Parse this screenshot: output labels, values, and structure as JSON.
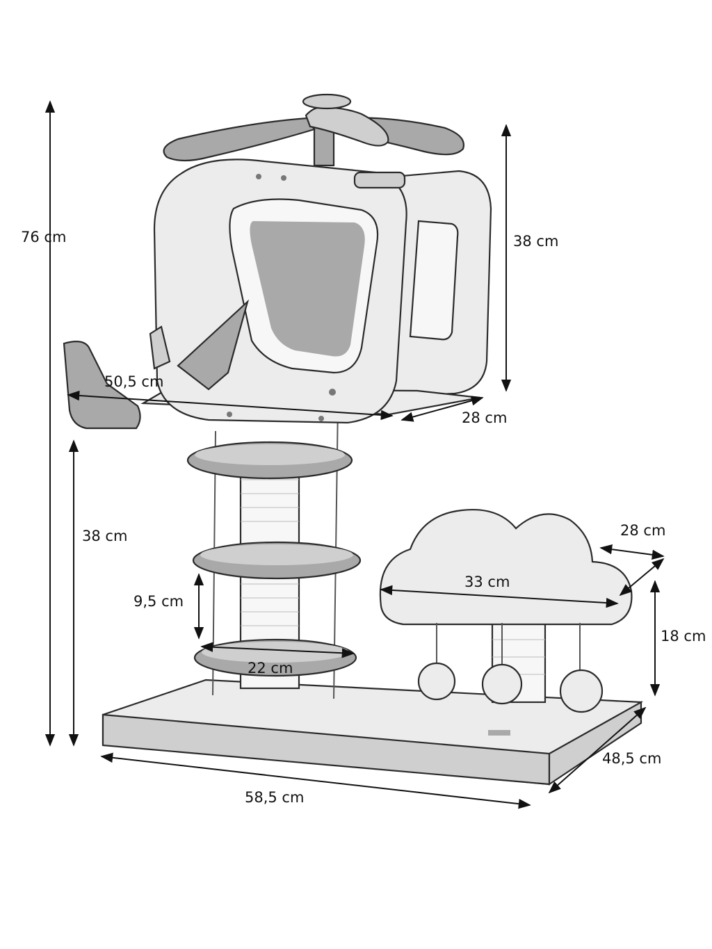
{
  "colors": {
    "ink": "#111111",
    "outline": "#2a2a2a",
    "light": "#ececec",
    "mid": "#cfcfcf",
    "dark": "#a9a9a9",
    "background": "#ffffff"
  },
  "dimensions": {
    "total_height": "76 cm",
    "cabin_height": "38 cm",
    "cabin_width": "50,5 cm",
    "cabin_depth": "28 cm",
    "post_height": "38 cm",
    "step_gap": "9,5 cm",
    "step_width": "22 cm",
    "cloud_depth": "28 cm",
    "cloud_width": "33 cm",
    "cloud_height": "18 cm",
    "base_depth": "48,5 cm",
    "base_width": "58,5 cm"
  }
}
